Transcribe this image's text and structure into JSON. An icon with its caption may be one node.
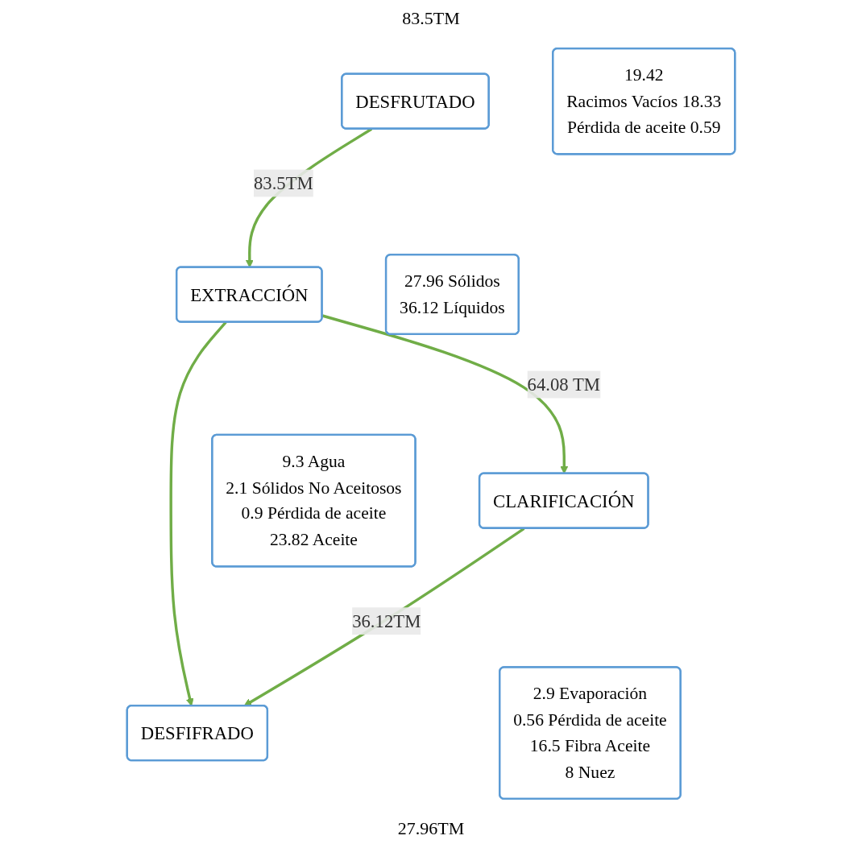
{
  "diagram": {
    "nodes": [
      {
        "text": [
          "DESFRUTADO"
        ]
      },
      {
        "text": [
          "19.42",
          "Racimos Vacíos 18.33",
          "Pérdida de aceite 0.59"
        ]
      },
      {
        "text": [
          "EXTRACCIÓN"
        ]
      },
      {
        "text": [
          "27.96 Sólidos",
          "36.12 Líquidos"
        ]
      },
      {
        "text": [
          "CLARIFICACIÓN"
        ]
      },
      {
        "text": [
          "9.3 Agua",
          "2.1 Sólidos No Aceitosos",
          "0.9 Pérdida de aceite",
          "23.82 Aceite"
        ]
      },
      {
        "text": [
          "DESFIFRADO"
        ]
      },
      {
        "text": [
          "2.9 Evaporación",
          "0.56 Pérdida de aceite",
          "16.5 Fibra Aceite",
          "8 Nuez"
        ]
      }
    ],
    "edges": [
      {
        "from": 0,
        "to": 2,
        "arrow": "to",
        "label": "83.5TM"
      },
      {
        "from": 2,
        "to": 4,
        "arrow": "to",
        "label": "64.08 TM"
      },
      {
        "from": 4,
        "to": 6,
        "arrow": "to",
        "label": "36.12TM"
      },
      {
        "from": 2,
        "to": 6,
        "arrow": "to"
      }
    ],
    "labels": [
      "83.5TM",
      "27.96TM"
    ]
  }
}
